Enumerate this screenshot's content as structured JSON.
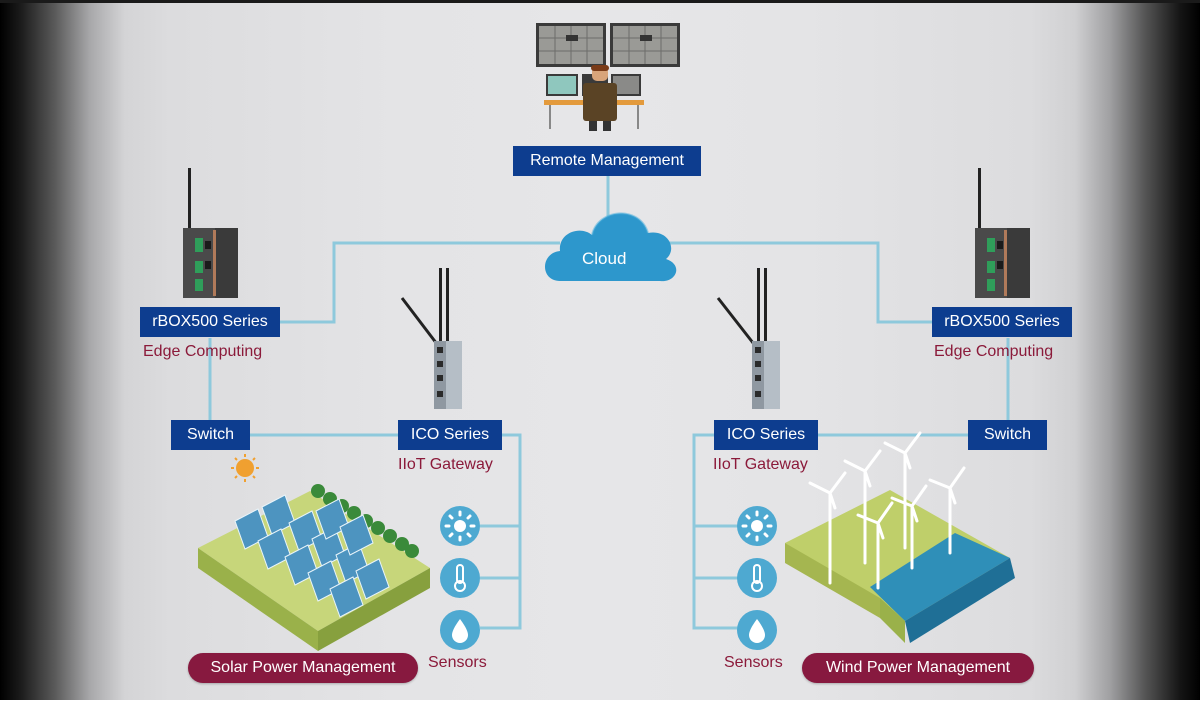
{
  "top": {
    "title_label": "Remote Management",
    "cloud_label": "Cloud"
  },
  "left": {
    "edge_label": "rBOX500 Series",
    "edge_sub": "Edge Computing",
    "switch_label": "Switch",
    "gateway_label": "ICO Series",
    "gateway_sub": "IIoT Gateway",
    "sensors_label": "Sensors",
    "site_label": "Solar Power Management"
  },
  "right": {
    "edge_label": "rBOX500 Series",
    "edge_sub": "Edge Computing",
    "switch_label": "Switch",
    "gateway_label": "ICO Series",
    "gateway_sub": "IIoT Gateway",
    "sensors_label": "Sensors",
    "site_label": "Wind Power Management"
  },
  "sensors": [
    {
      "icon": "sun-icon"
    },
    {
      "icon": "thermometer-icon"
    },
    {
      "icon": "water-drop-icon"
    }
  ],
  "colors": {
    "label_blue": "#0d3d8f",
    "subtitle_maroon": "#8b1a3a",
    "pill_maroon": "#87193f",
    "connector": "#8ec9dc",
    "cloud": "#2d97cc",
    "sensor_circle": "#4ea9d1"
  }
}
